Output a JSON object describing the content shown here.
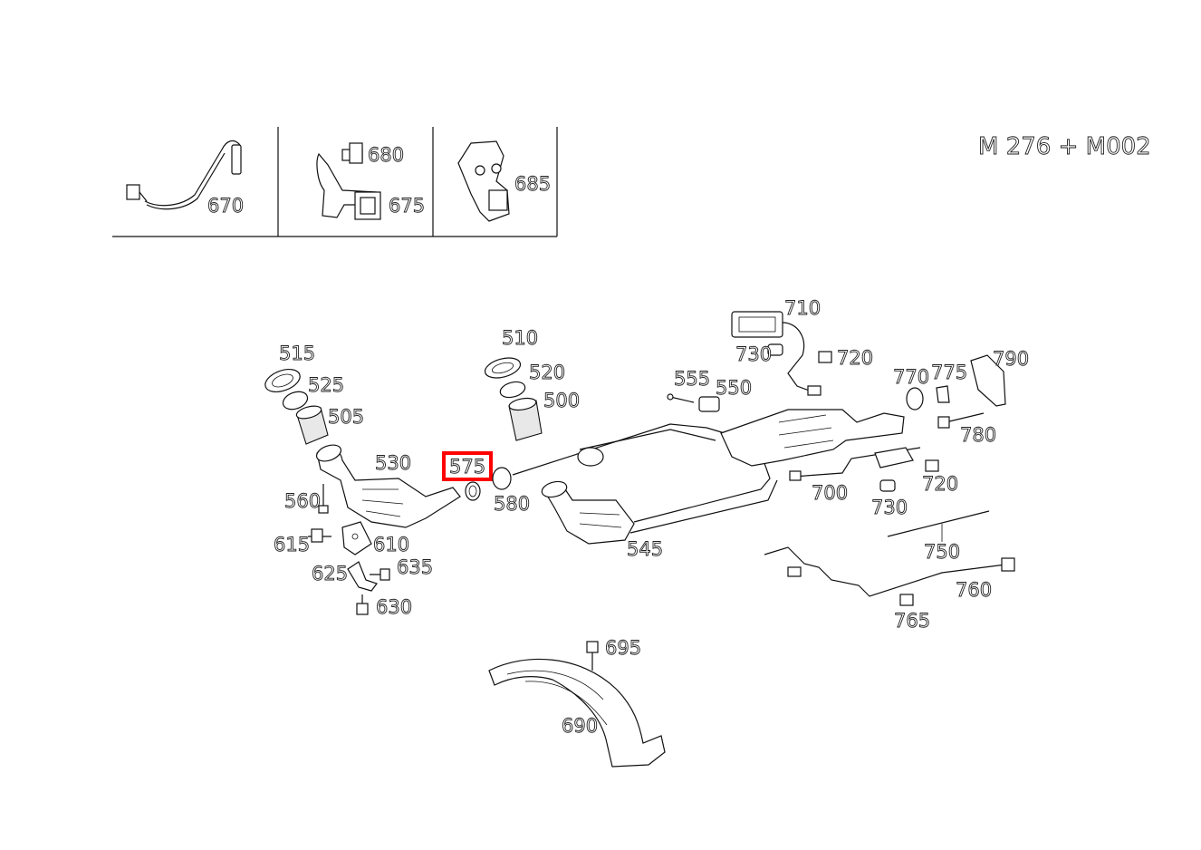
{
  "model_label": "M 276 + M002",
  "highlight_color": "#ff0000",
  "highlighted_part": "575",
  "inset": {
    "p670": "670",
    "p680": "680",
    "p675": "675",
    "p685": "685"
  },
  "parts": {
    "p515": "515",
    "p525": "525",
    "p505": "505",
    "p530": "530",
    "p560": "560",
    "p615": "615",
    "p610": "610",
    "p625": "625",
    "p635": "635",
    "p630": "630",
    "p510": "510",
    "p520": "520",
    "p500": "500",
    "p575": "575",
    "p580": "580",
    "p545": "545",
    "p555": "555",
    "p550": "550",
    "p710": "710",
    "p730a": "730",
    "p720a": "720",
    "p770": "770",
    "p775": "775",
    "p790": "790",
    "p780": "780",
    "p700": "700",
    "p730b": "730",
    "p720b": "720",
    "p750": "750",
    "p760": "760",
    "p765": "765",
    "p695": "695",
    "p690": "690"
  }
}
